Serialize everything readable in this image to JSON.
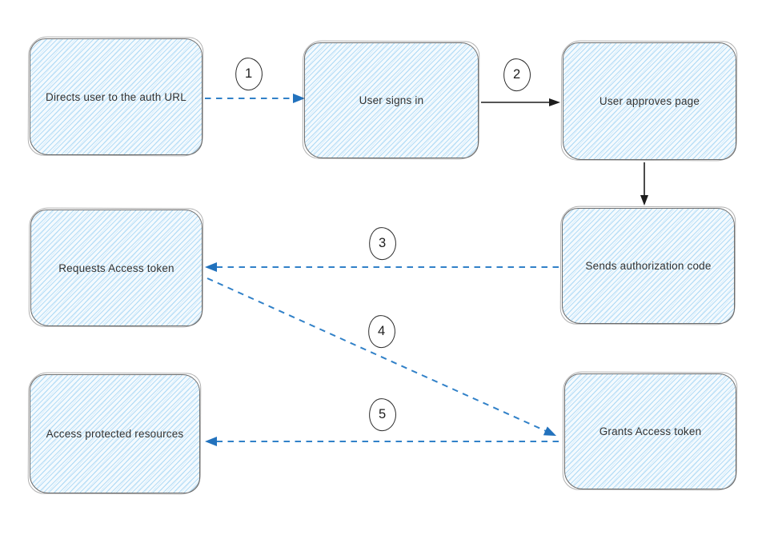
{
  "diagram": {
    "type": "flowchart",
    "description": "OAuth authorization flow diagram, hand-drawn sketch style",
    "nodes": [
      {
        "id": "directs-auth-url",
        "label": "Directs user to the auth URL"
      },
      {
        "id": "user-signs-in",
        "label": "User signs in"
      },
      {
        "id": "user-approves-page",
        "label": "User approves page"
      },
      {
        "id": "requests-access-token",
        "label": "Requests Access token"
      },
      {
        "id": "sends-authorization-code",
        "label": "Sends authorization code"
      },
      {
        "id": "access-protected-resources",
        "label": "Access protected resources"
      },
      {
        "id": "grants-access-token",
        "label": "Grants Access token"
      }
    ],
    "steps": [
      {
        "number": "1",
        "from": "directs-auth-url",
        "to": "user-signs-in",
        "style": "dashed-blue-arrow"
      },
      {
        "number": "2",
        "from": "user-signs-in",
        "to": "user-approves-page",
        "style": "solid-black-arrow"
      },
      {
        "number": "3",
        "from": "sends-authorization-code",
        "to": "requests-access-token",
        "style": "dashed-blue-arrow"
      },
      {
        "number": "4",
        "from": "requests-access-token",
        "to": "grants-access-token",
        "style": "dashed-blue-arrow"
      },
      {
        "number": "5",
        "from": "grants-access-token",
        "to": "access-protected-resources",
        "style": "dashed-blue-arrow"
      }
    ],
    "unlabeled_connectors": [
      {
        "from": "user-approves-page",
        "to": "sends-authorization-code",
        "style": "solid-black-arrow"
      }
    ],
    "colors": {
      "background": "#ffffff",
      "node_fill_base": "#f4fafe",
      "node_hatch_blue": "#8dcaf0",
      "node_border_gray": "#6e6e6e",
      "arrow_blue": "#3181c8",
      "arrowhead_blue": "#2272bd",
      "arrow_black": "#1d1d1d",
      "text": "#333333",
      "badge_border": "#2b2b2b"
    }
  }
}
